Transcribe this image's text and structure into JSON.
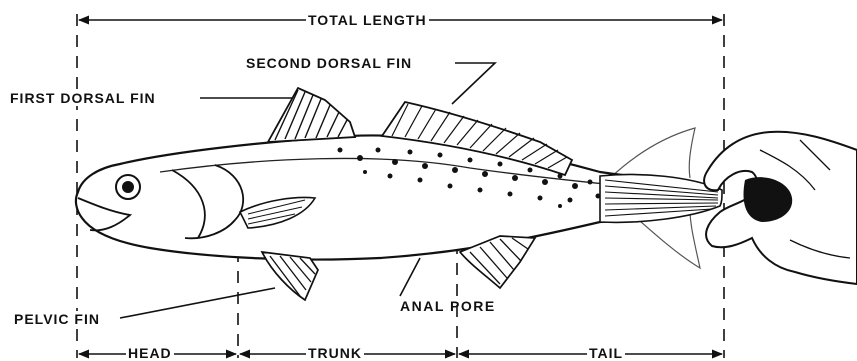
{
  "diagram": {
    "labels": {
      "total_length": "TOTAL LENGTH",
      "second_dorsal_fin": "SECOND DORSAL FIN",
      "first_dorsal_fin": "FIRST DORSAL FIN",
      "pelvic_fin": "PELVIC FIN",
      "anal_pore": "ANAL PORE",
      "head": "HEAD",
      "trunk": "TRUNK",
      "tail": "TAIL"
    },
    "colors": {
      "ink": "#111111",
      "paper": "#ffffff"
    }
  }
}
